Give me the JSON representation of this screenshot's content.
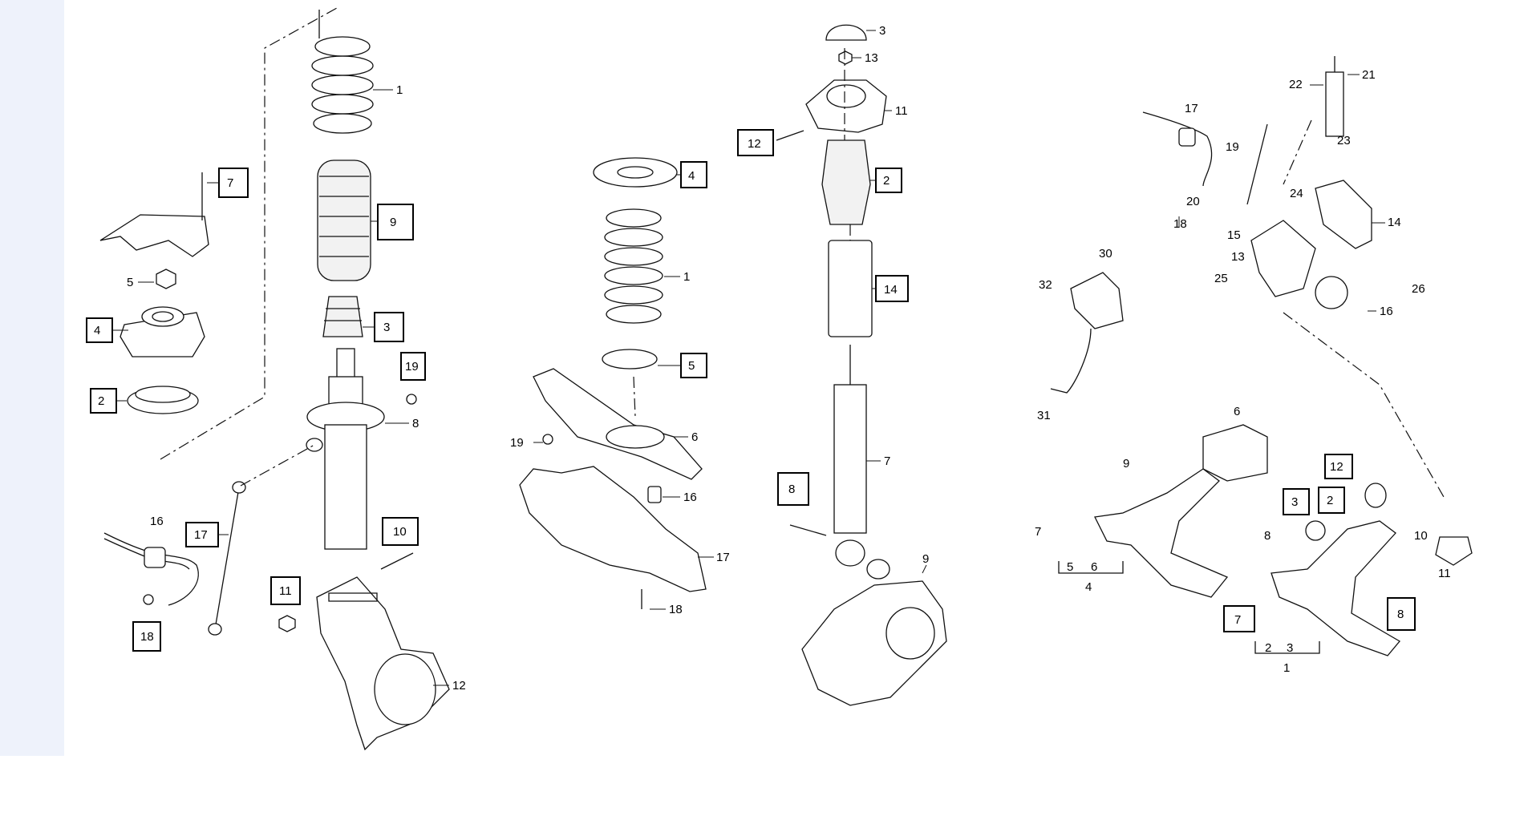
{
  "diagrams": [
    {
      "id": "front-strut",
      "labels": {
        "plain": [
          "1",
          "8",
          "5",
          "12",
          "16"
        ],
        "boxed": [
          "7",
          "9",
          "4",
          "3",
          "19",
          "2",
          "17",
          "10",
          "11",
          "18"
        ]
      }
    },
    {
      "id": "rear-spring",
      "labels": {
        "plain": [
          "1",
          "6",
          "19",
          "16",
          "17",
          "18"
        ],
        "boxed": [
          "4",
          "5"
        ]
      }
    },
    {
      "id": "rear-shock",
      "labels": {
        "plain": [
          "3",
          "13",
          "11",
          "7",
          "9"
        ],
        "boxed": [
          "12",
          "2",
          "14",
          "8"
        ]
      }
    },
    {
      "id": "front-axle-wishbone",
      "labels": {
        "plain": [
          "17",
          "22",
          "21",
          "19",
          "23",
          "20",
          "18",
          "24",
          "14",
          "15",
          "13",
          "25",
          "26",
          "16",
          "30",
          "32",
          "31",
          "6",
          "9",
          "7",
          "5",
          "6",
          "4",
          "8",
          "10",
          "11",
          "2",
          "3",
          "1"
        ],
        "boxed": [
          "12",
          "3",
          "2",
          "7",
          "8"
        ]
      }
    }
  ]
}
